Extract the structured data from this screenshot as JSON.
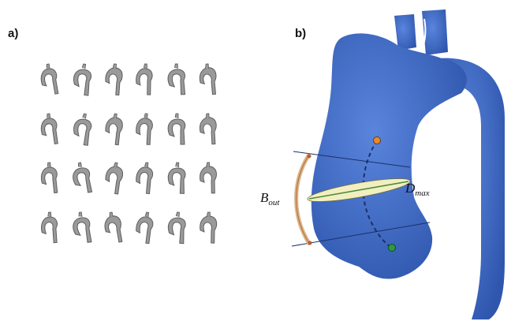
{
  "panels": {
    "a": {
      "label": "a)",
      "shape_count": 24,
      "rows": 4,
      "cols": 6,
      "shape_color": "#9a9a9a"
    },
    "b": {
      "label": "b)",
      "aorta_color": "#3f6bc7",
      "annotations": {
        "b_out": {
          "main": "B",
          "sub": "out"
        },
        "d_max": {
          "main": "D",
          "sub": "max"
        }
      },
      "markers": {
        "top_color": "#e88a2c",
        "bottom_color": "#2e9a3e"
      },
      "disc_color": "#f1efc0",
      "arc_color": "#d9b48a"
    }
  }
}
